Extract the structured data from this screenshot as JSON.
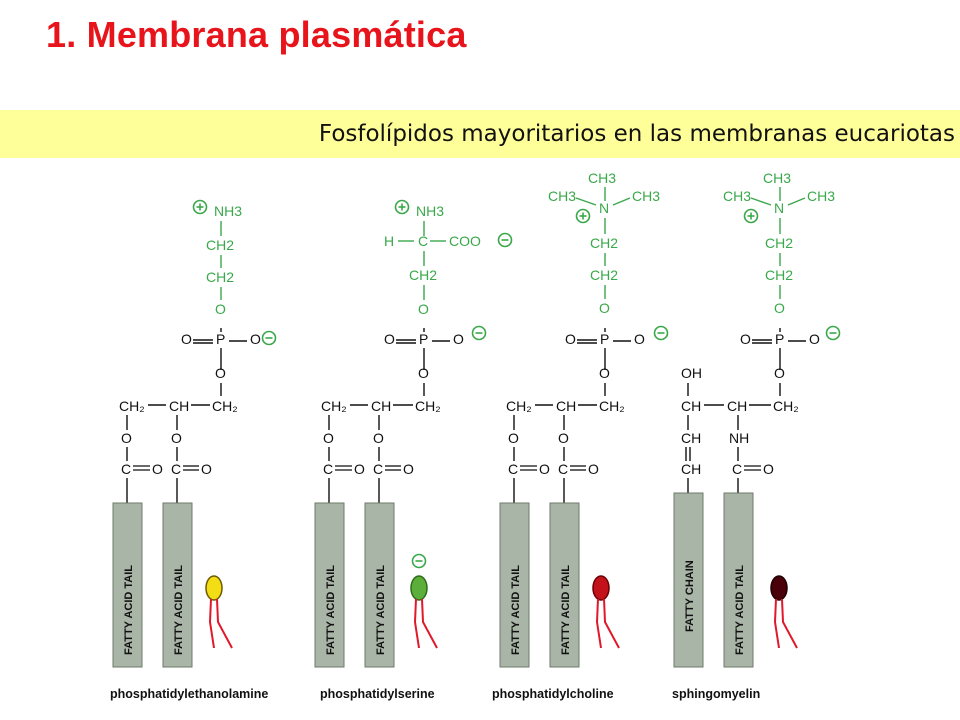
{
  "slide": {
    "title": "1. Membrana plasmática",
    "subtitle": "Fosfolípidos mayoritarios en las membranas eucariotas"
  },
  "colors": {
    "title": "#e8141b",
    "banner": "#ffff99",
    "headgroup": "#3aa84a",
    "backbone": "#111111",
    "tail_fill": "#a9b5a6",
    "tail_border": "#6e7a6b",
    "charge": "#3aa84a",
    "lipid_tail": "#e0182a"
  },
  "molecules": [
    {
      "name": "phosphatidylethanolamine",
      "tails": [
        "FATTY ACID TAIL",
        "FATTY ACID TAIL"
      ],
      "head_lines": [
        "NH3",
        "CH2",
        "CH2",
        "O"
      ],
      "head_color": "#f3dd14",
      "head_outline": "#6b5a00"
    },
    {
      "name": "phosphatidylserine",
      "tails": [
        "FATTY ACID TAIL",
        "FATTY ACID TAIL"
      ],
      "head_lines": [
        "NH3",
        "H",
        "C",
        "COO",
        "CH2",
        "O"
      ],
      "head_color": "#5cae3a",
      "head_outline": "#2f6b1a"
    },
    {
      "name": "phosphatidylcholine",
      "tails": [
        "FATTY ACID TAIL",
        "FATTY ACID TAIL"
      ],
      "head_lines": [
        "CH3",
        "CH3",
        "N",
        "CH3",
        "CH2",
        "CH2",
        "O"
      ],
      "head_color": "#c4121b",
      "head_outline": "#6a0006"
    },
    {
      "name": "sphingomyelin",
      "tails": [
        "FATTY CHAIN",
        "FATTY ACID TAIL"
      ],
      "head_lines": [
        "CH3",
        "CH3",
        "N",
        "CH3",
        "CH2",
        "CH2",
        "O"
      ],
      "backbone_lines": [
        "OH",
        "CH",
        "CH",
        "CH",
        "NH"
      ],
      "head_color": "#4a0008",
      "head_outline": "#200003"
    }
  ]
}
